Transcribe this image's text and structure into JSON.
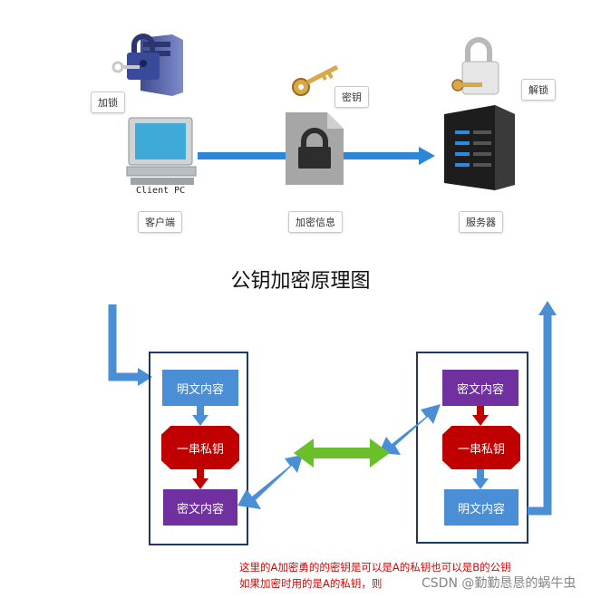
{
  "top": {
    "lock_label": "加锁",
    "key_label": "密钥",
    "unlock_label": "解锁",
    "client_pc_label": "Client PC",
    "client_label": "客户端",
    "encrypted_info_label": "加密信息",
    "server_label": "服务器"
  },
  "diagram": {
    "title": "公钥加密原理图",
    "left": {
      "plain_text": "明文内容",
      "private_key": "一串私钥",
      "cipher_text": "密文内容"
    },
    "right": {
      "cipher_text": "密文内容",
      "private_key": "一串私钥",
      "plain_text": "明文内容"
    },
    "note_line1": "这里的A加密勇的的密钥是可以是A的私钥也可以是B的公钥",
    "note_line2": "如果加密时用的是A的私钥，则",
    "watermark": "CSDN @勤勤恳恳的蜗牛虫"
  },
  "colors": {
    "flow_arrow": "#2e86d8",
    "box_blue": "#4a8fd6",
    "box_purple": "#7030a0",
    "box_red": "#c00000",
    "arrow_red": "#c00000",
    "double_arrow_green": "#6abf2a"
  },
  "icons": [
    "padlock-computer-icon",
    "key-icon",
    "padlock-key-icon",
    "client-pc-icon",
    "locked-document-icon",
    "server-icon"
  ]
}
